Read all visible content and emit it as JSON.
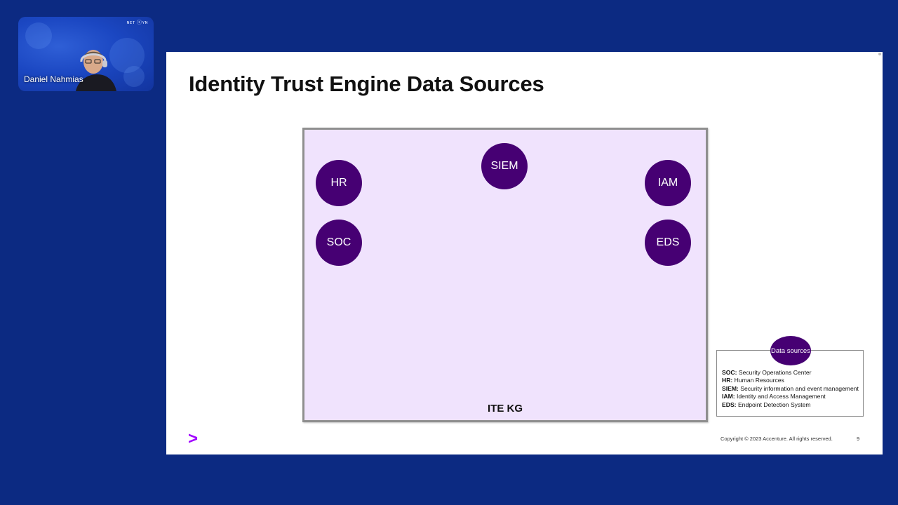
{
  "speaker": {
    "name": "Daniel Nahmias",
    "tile_logo_text": "ɴᴇᴛ ⓢʏɴ"
  },
  "slide": {
    "title": "Identity Trust Engine Data Sources",
    "kg_label": "ITE KG",
    "nodes": [
      {
        "id": "hr",
        "label": "HR"
      },
      {
        "id": "soc",
        "label": "SOC"
      },
      {
        "id": "siem",
        "label": "SIEM"
      },
      {
        "id": "iam",
        "label": "IAM"
      },
      {
        "id": "eds",
        "label": "EDS"
      }
    ],
    "legend": {
      "badge": "Data sources",
      "entries": [
        {
          "abbr": "SOC:",
          "text": "Security Operations Center"
        },
        {
          "abbr": "HR:",
          "text": "Human Resources"
        },
        {
          "abbr": "SIEM:",
          "text": "Security information and event management"
        },
        {
          "abbr": "IAM:",
          "text": "Identity and Access Management"
        },
        {
          "abbr": "EDS:",
          "text": "Endpoint Detection System"
        }
      ]
    },
    "footer": {
      "logo": ">",
      "copyright": "Copyright © 2023 Accenture. All rights reserved.",
      "page_number": "9"
    }
  },
  "colors": {
    "background": "#0c2a82",
    "node": "#460073",
    "kg_fill": "#f0e3fd",
    "accent": "#a100ff"
  }
}
